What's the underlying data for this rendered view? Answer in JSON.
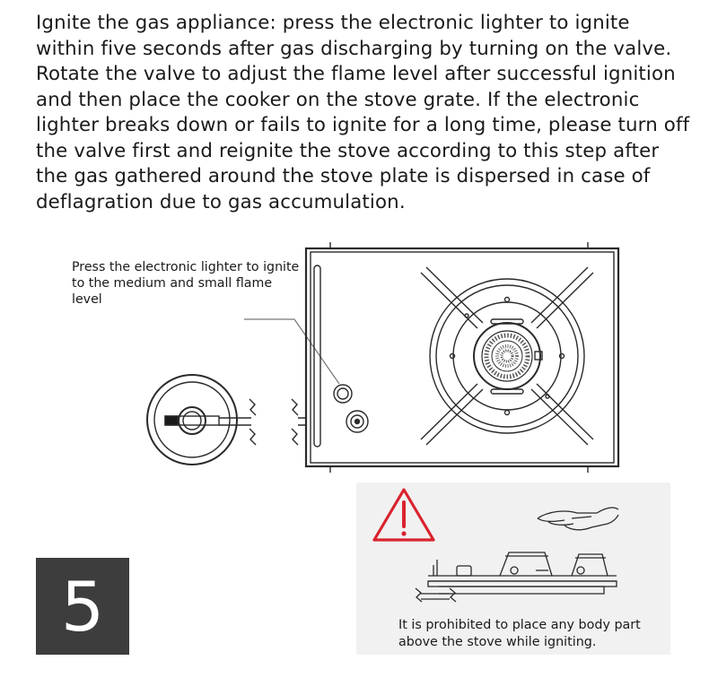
{
  "instruction": {
    "step_number": "5",
    "main_text": "Ignite the gas appliance: press the electronic lighter to ignite within five seconds after gas discharging by turning on the valve. Rotate the valve to adjust the flame level after successful ignition and then place the cooker on the stove grate. If the electronic lighter breaks down or fails to ignite for a long time, please turn off the valve first and reignite the stove according to this step after the gas gathered around the stove plate is dispersed in case of deflagration due to gas accumulation.",
    "callout": "Press the electronic lighter to ignite to the medium and small flame level",
    "warning": "It is prohibited to place any body part above the stove while igniting."
  },
  "icons": {
    "warning": "warning-triangle-icon",
    "colors": {
      "warning_red": "#d9232e",
      "panel_bg": "#f1f1f1",
      "step_box": "#3d3d3d"
    }
  }
}
